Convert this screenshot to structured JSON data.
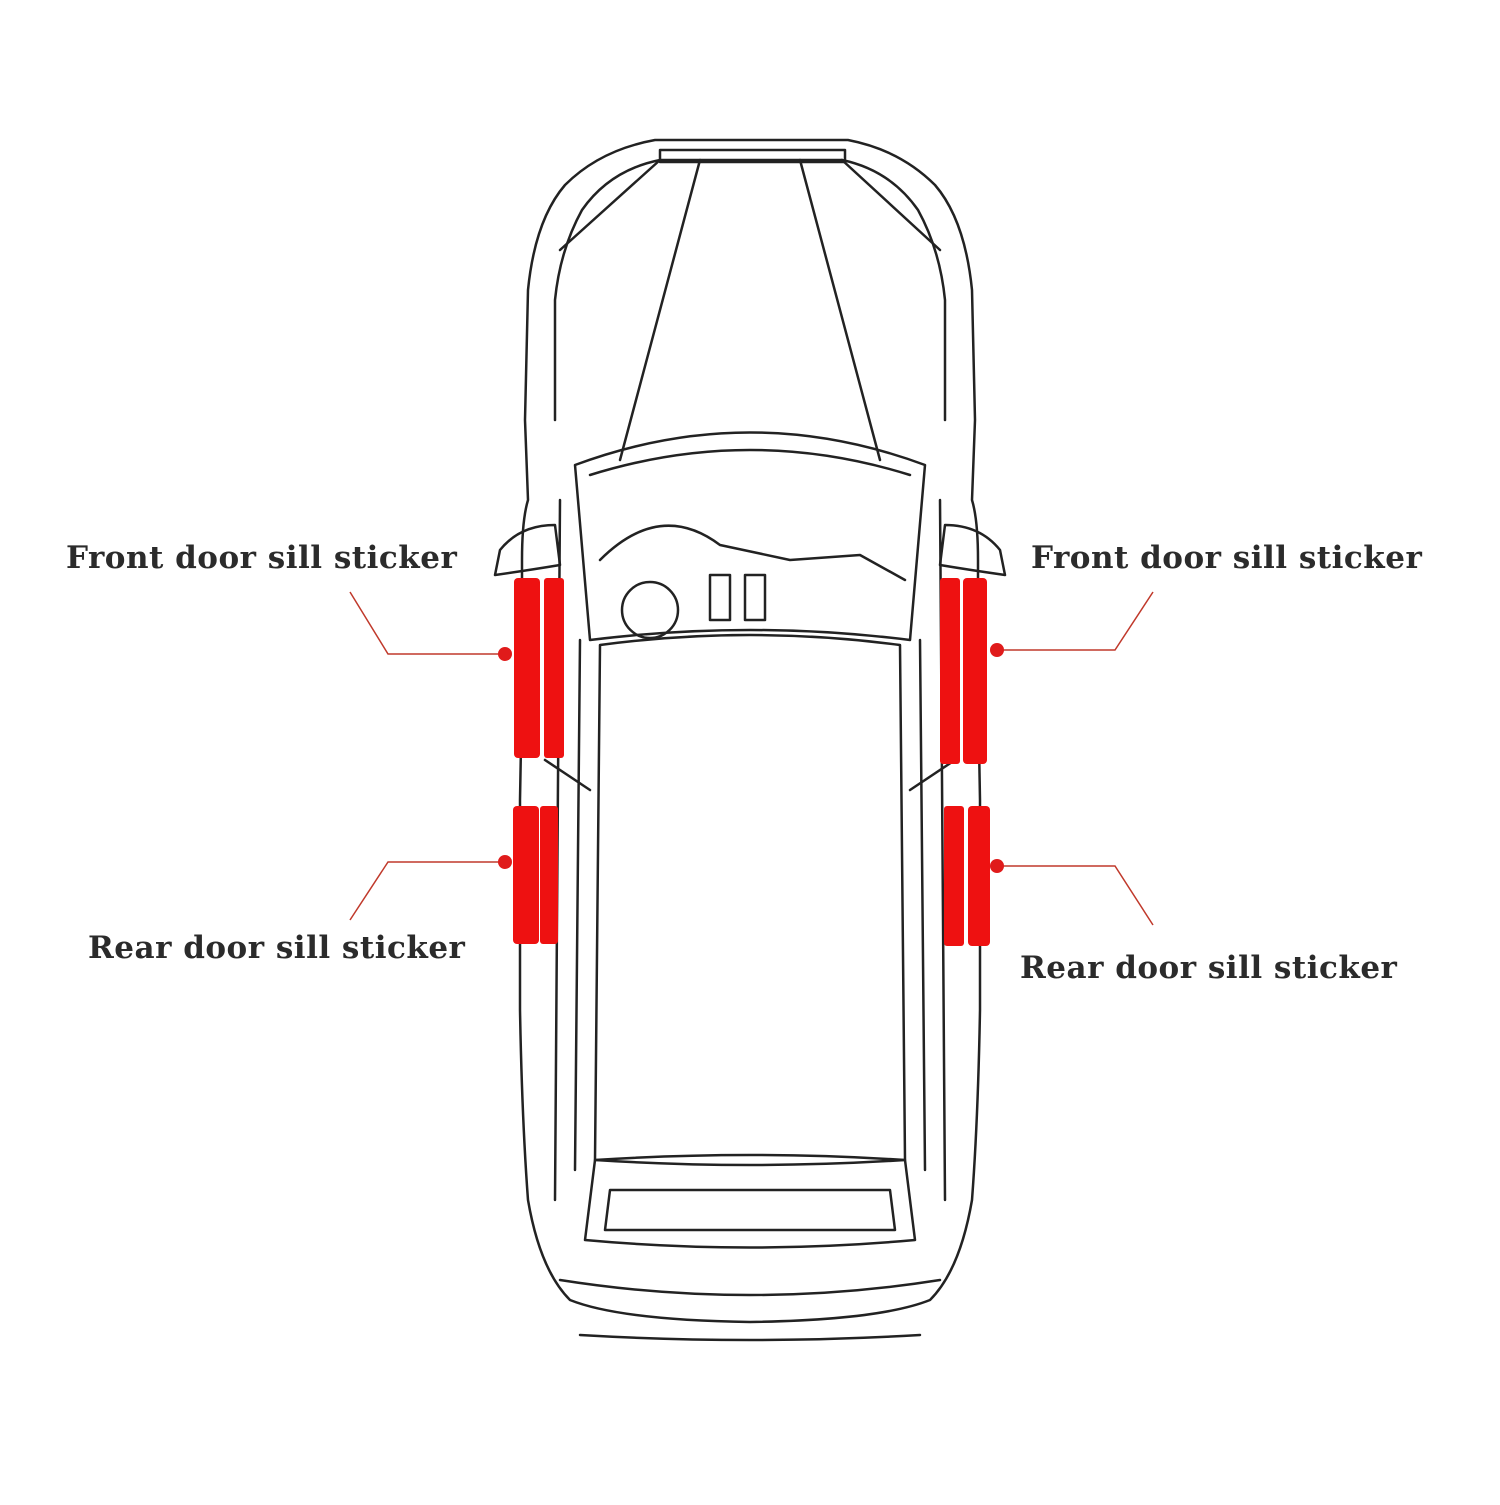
{
  "labels": {
    "front_left": "Front door sill sticker",
    "front_right": "Front door sill sticker",
    "rear_left": "Rear door sill sticker",
    "rear_right": "Rear door sill sticker"
  },
  "colors": {
    "sticker": "#ee1111",
    "leader": "#c0392b",
    "outline": "#222222",
    "text": "#2b2b2b"
  }
}
